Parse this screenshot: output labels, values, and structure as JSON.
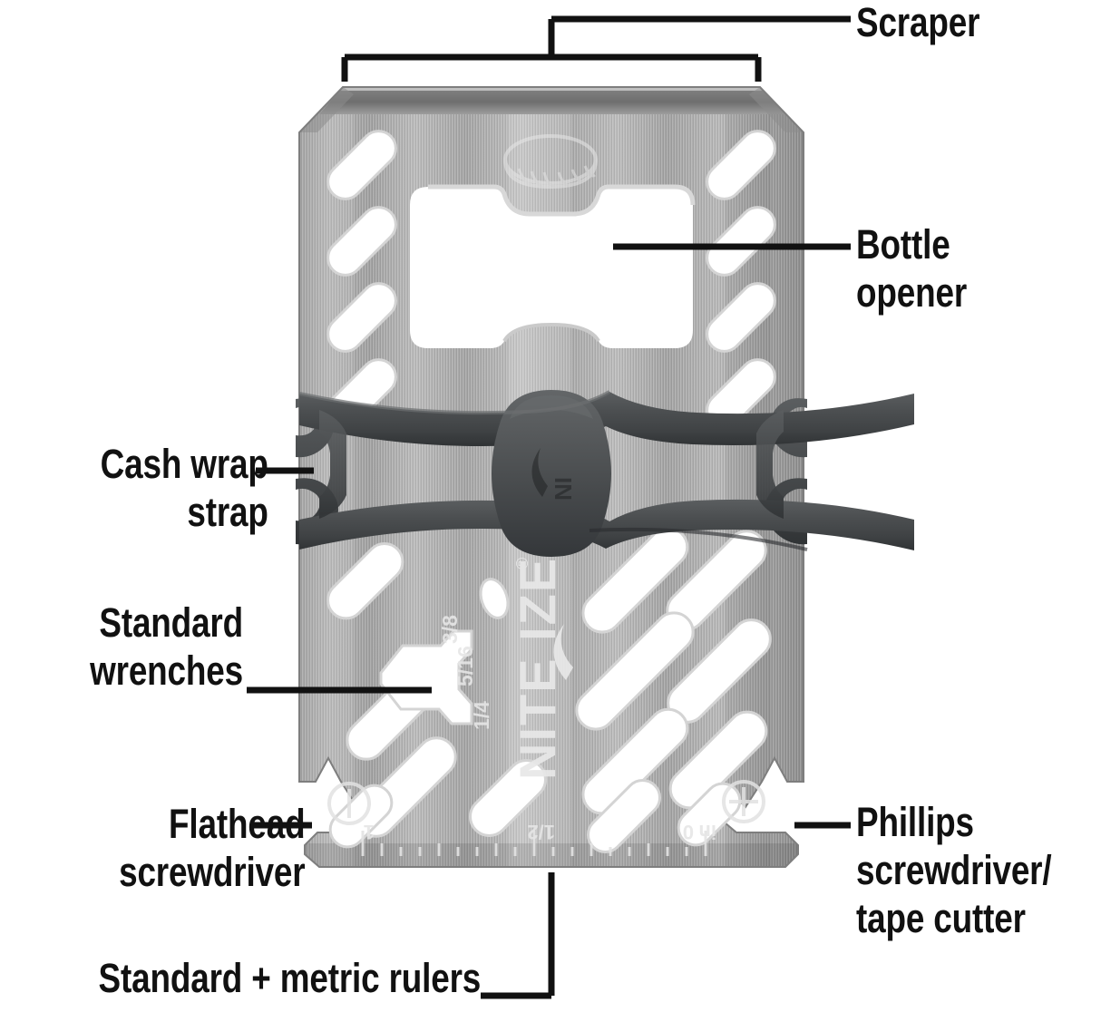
{
  "figure": {
    "subject": "Nite Ize multi-tool card",
    "brand_mark": "NITE )IZE",
    "brand_registered": "®",
    "background_color": "#ffffff",
    "label_color": "#111111",
    "steel_color": "#a9a9a9",
    "steel_dark_color": "#6f6f6f",
    "steel_light_color": "#d2d2d2",
    "strap_color": "#4f5254",
    "strap_dark_color": "#36393b"
  },
  "callouts": [
    {
      "id": "scraper",
      "label": "Scraper",
      "side": "right",
      "leader": "bracket-top",
      "name": "callout-scraper"
    },
    {
      "id": "bottle_opener",
      "label": "Bottle\nopener",
      "side": "right",
      "leader": "horizontal",
      "name": "callout-bottle-opener"
    },
    {
      "id": "phillips",
      "label": "Phillips\nscrewdriver/\ntape cutter",
      "side": "right",
      "leader": "horizontal",
      "name": "callout-phillips-screwdriver-tape-cutter"
    },
    {
      "id": "cash_wrap_strap",
      "label": "Cash wrap\nstrap",
      "side": "left",
      "leader": "horizontal",
      "name": "callout-cash-wrap-strap"
    },
    {
      "id": "standard_wrenches",
      "label": "Standard\nwrenches",
      "side": "left",
      "leader": "horizontal",
      "name": "callout-standard-wrenches"
    },
    {
      "id": "flathead",
      "label": "Flathead\nscrewdriver",
      "side": "left",
      "leader": "horizontal",
      "name": "callout-flathead-screwdriver"
    },
    {
      "id": "rulers",
      "label": "Standard + metric rulers",
      "side": "bottom",
      "leader": "elbow",
      "name": "callout-standard-metric-rulers"
    }
  ],
  "tool_markings": {
    "wrench_sizes": [
      "1/4",
      "5/16",
      "3/8"
    ],
    "ruler_unit_label": "in",
    "ruler_ticks": [
      "0",
      "1/2",
      "1"
    ],
    "flathead_icon": "flathead-screwdriver-icon",
    "phillips_icon": "phillips-screwdriver-icon",
    "bottle_cap_etching": "bottle-cap-icon"
  }
}
